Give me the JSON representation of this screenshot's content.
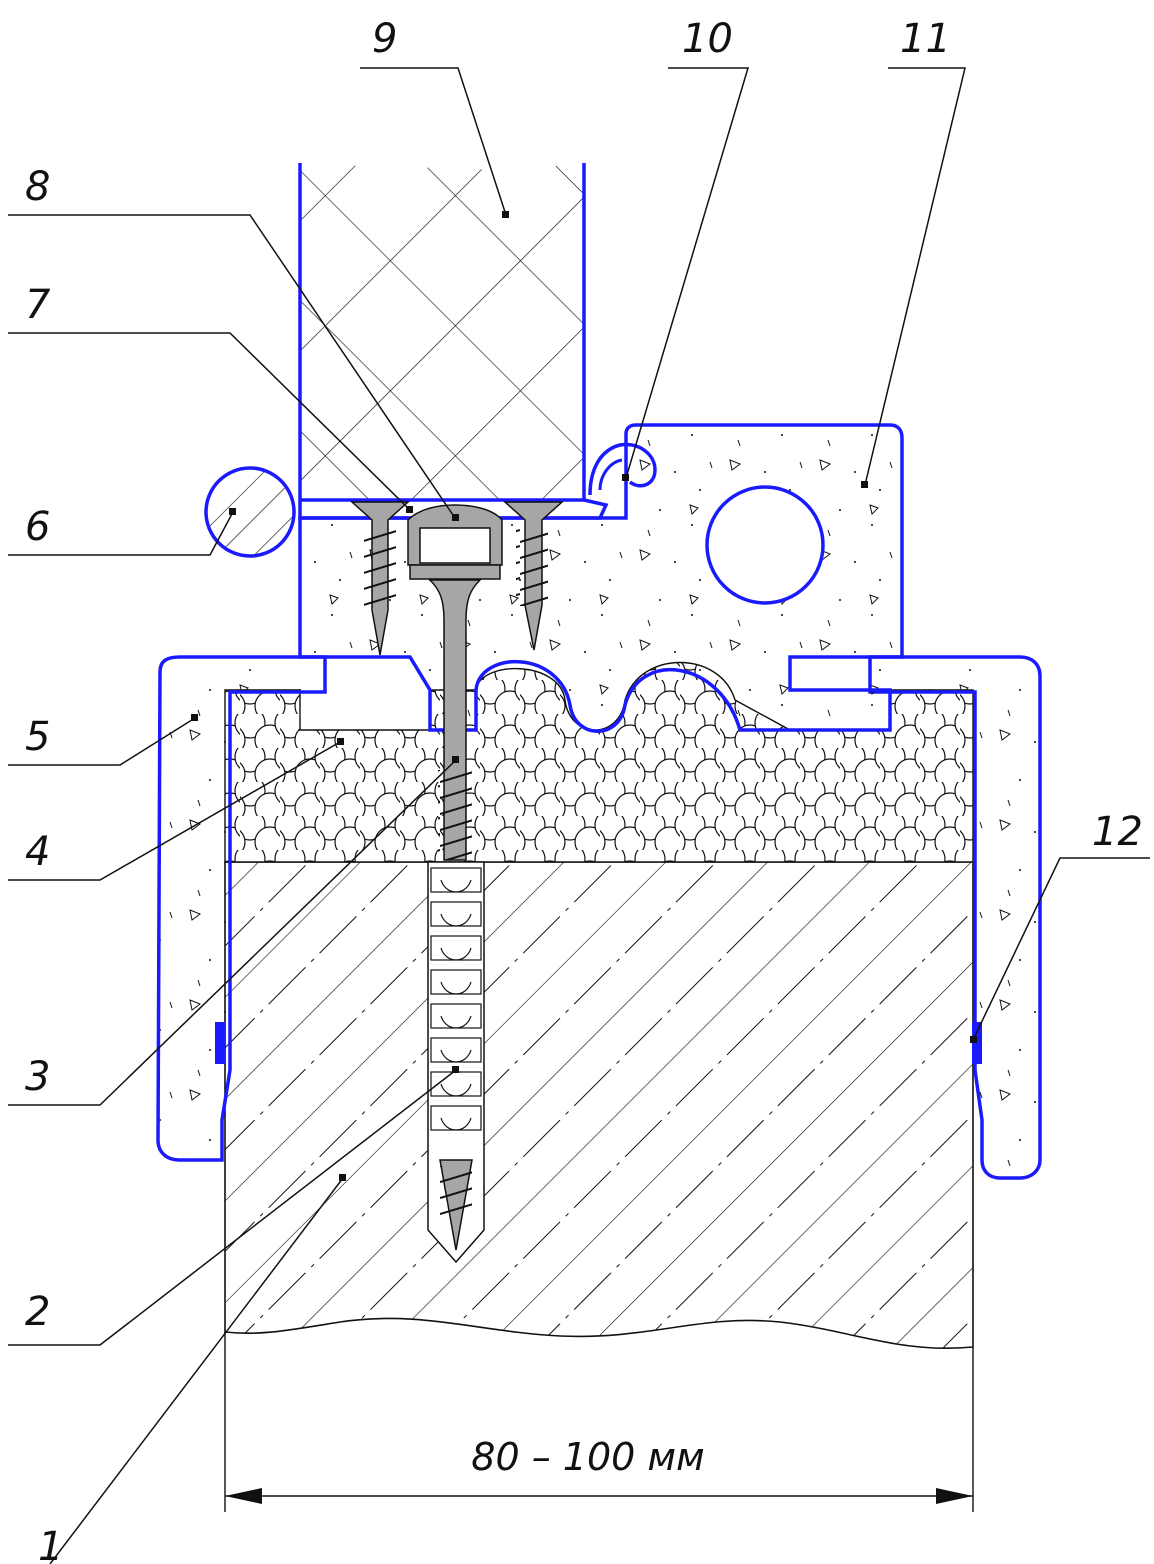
{
  "colors": {
    "outline": "#1a1aff",
    "line": "#111111",
    "metal": "#a6a6a6",
    "background": "#ffffff"
  },
  "callouts": [
    "1",
    "2",
    "3",
    "4",
    "5",
    "6",
    "7",
    "8",
    "9",
    "10",
    "11",
    "12"
  ],
  "dimension": "80 – 100 мм"
}
